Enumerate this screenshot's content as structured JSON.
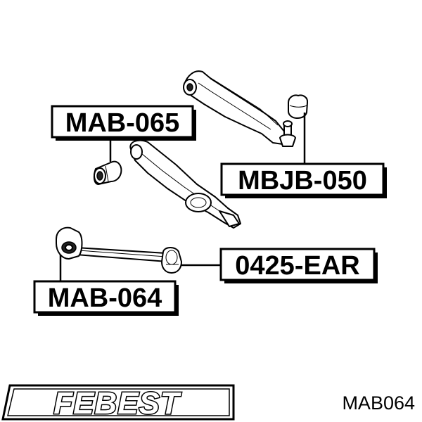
{
  "labels": {
    "mab_065": "MAB-065",
    "mbjb_050": "MBJB-050",
    "ear_0425": "0425-EAR",
    "mab_064": "MAB-064"
  },
  "logo": {
    "brand": "FEBEST"
  },
  "caption": {
    "part_number": "MAB064"
  }
}
